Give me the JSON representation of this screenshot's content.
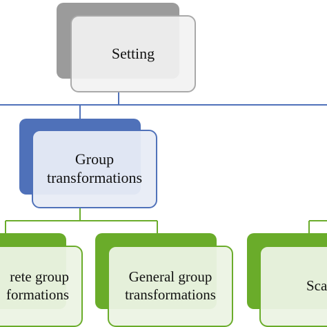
{
  "colors": {
    "setting_back": "#9b9b9b",
    "setting_border": "#a9a9a9",
    "group_accent": "#4f71b9",
    "leaf_accent": "#6aac2a"
  },
  "nodes": {
    "setting": {
      "lines": [
        "Setting"
      ]
    },
    "group": {
      "lines": [
        "Group",
        "transformations"
      ]
    },
    "discrete": {
      "lines": [
        "rete group",
        "formations"
      ]
    },
    "general": {
      "lines": [
        "General group",
        "transformations"
      ]
    },
    "scale": {
      "lines": [
        "Sca"
      ]
    }
  }
}
